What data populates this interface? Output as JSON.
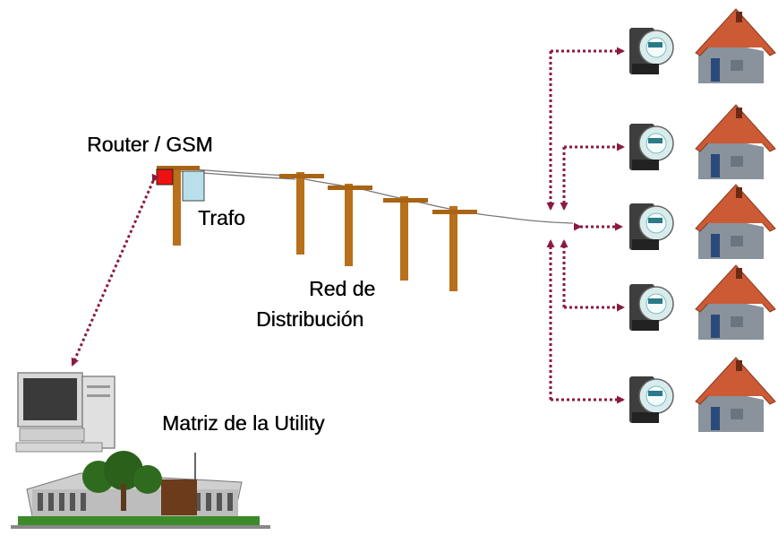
{
  "labels": {
    "router": "Router / GSM",
    "trafo": "Trafo",
    "red_line1": "Red de",
    "red_line2": "Distribución",
    "matriz": "Matriz de la Utility"
  },
  "colors": {
    "link": "#8b1a3c",
    "pole": "#b8701a",
    "router_box": "#ee1111",
    "trafo_box": "#b9e0ea",
    "roof": "#cc5a35",
    "house_wall": "#8a929c"
  },
  "icons": {
    "router": "router-box-icon",
    "transformer": "transformer-icon",
    "pole": "utility-pole-icon",
    "meter": "electric-meter-icon",
    "house": "house-icon",
    "computer": "desktop-computer-icon",
    "building": "office-building-icon"
  },
  "customers": 5
}
